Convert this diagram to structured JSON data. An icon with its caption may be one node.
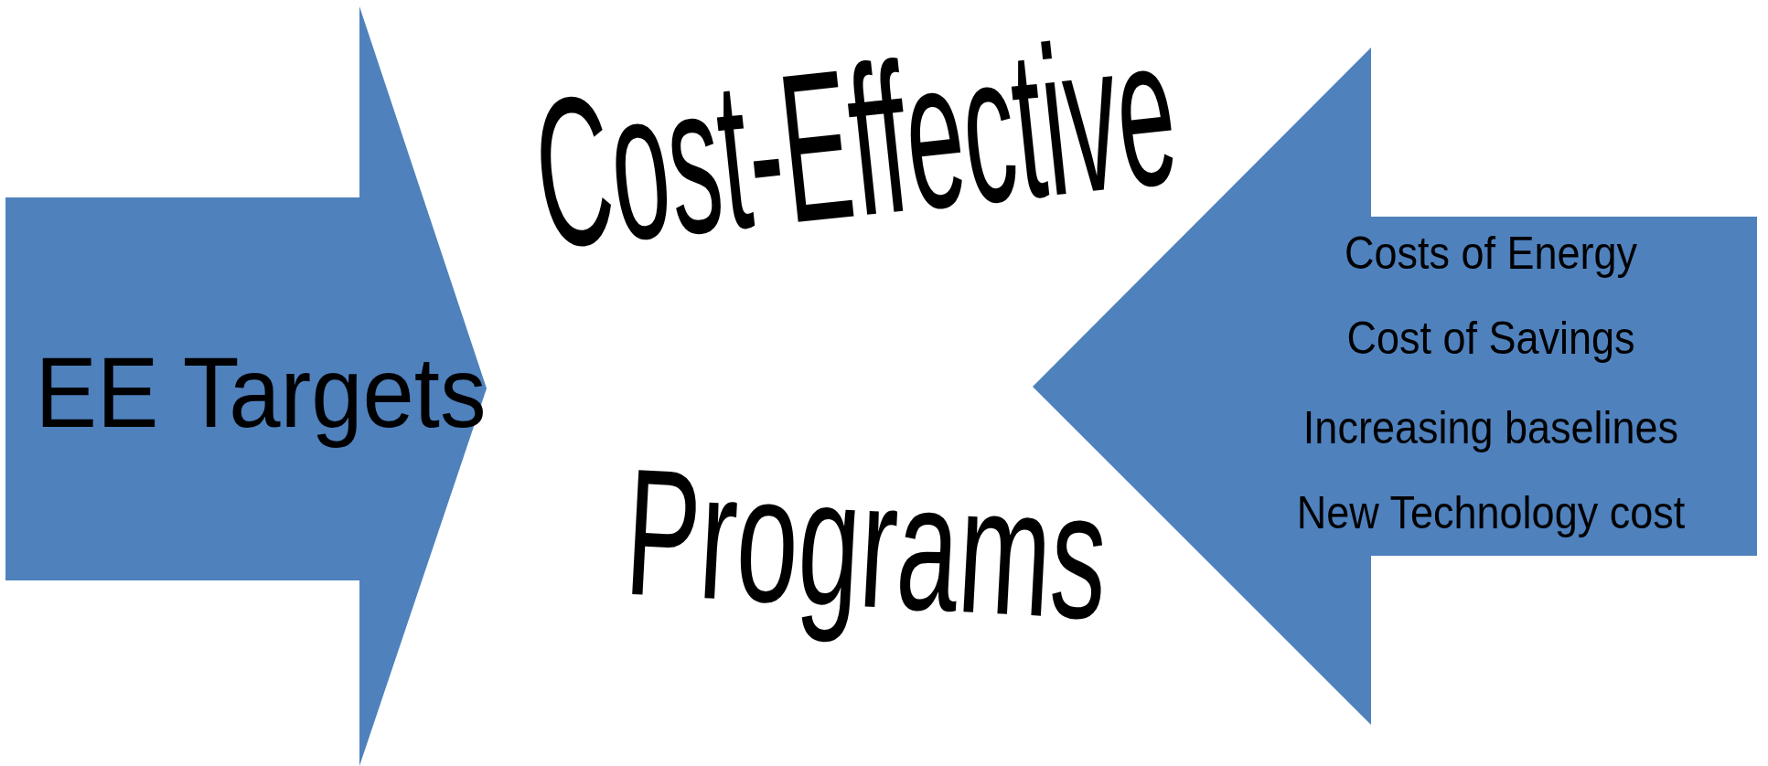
{
  "diagram": {
    "nodes": [
      {
        "text": [
          "EE Targets"
        ]
      },
      {
        "text": [
          "Costs of Energy",
          "Cost of Savings",
          "Increasing baselines",
          "New Technology cost"
        ]
      }
    ],
    "labels": [
      "Cost-Effective",
      "Programs"
    ]
  }
}
